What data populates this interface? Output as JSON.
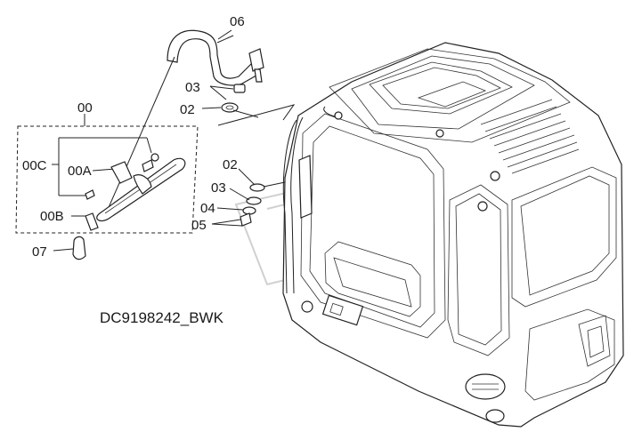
{
  "labels": {
    "l06": "06",
    "l03a": "03",
    "l02a": "02",
    "l00": "00",
    "l00c": "00C",
    "l00a": "00A",
    "l00b": "00B",
    "l07": "07",
    "l02b": "02",
    "l03b": "03",
    "l04": "04",
    "l05": "05"
  },
  "drawing_code": "DC9198242_BWK"
}
